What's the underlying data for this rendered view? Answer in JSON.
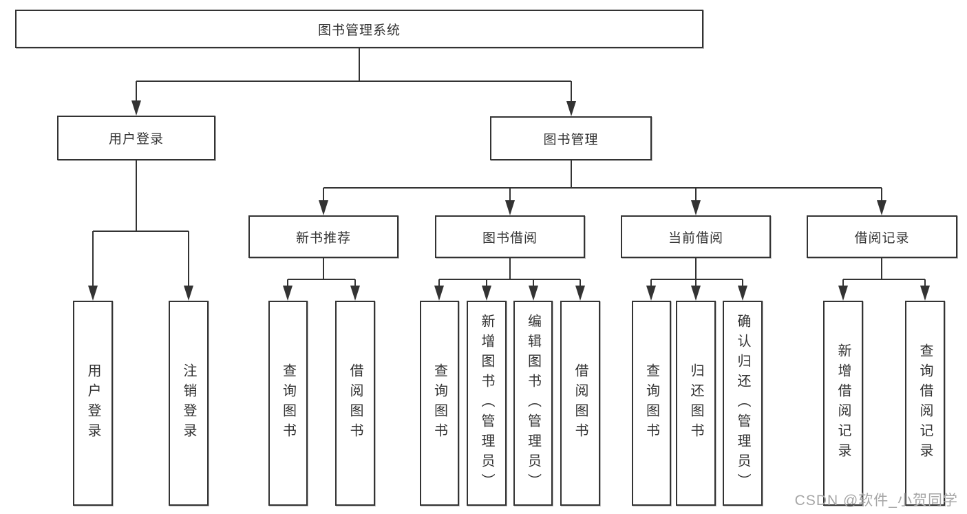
{
  "diagram": {
    "watermark": "CSDN @软件_小贺同学",
    "colors": {
      "line": "#333333",
      "box_border": "#333333",
      "text": "#333333",
      "watermark": "#a6a6a6",
      "background": "#ffffff"
    },
    "tree": {
      "root": {
        "label": "图书管理系统"
      },
      "branches": [
        {
          "label": "用户登录",
          "children": [
            {
              "label": "用户登录"
            },
            {
              "label": "注销登录"
            }
          ]
        },
        {
          "label": "图书管理",
          "children": [
            {
              "label": "新书推荐",
              "children": [
                {
                  "label": "查询图书"
                },
                {
                  "label": "借阅图书"
                }
              ]
            },
            {
              "label": "图书借阅",
              "children": [
                {
                  "label": "查询图书"
                },
                {
                  "label": "新增图书（管理员）"
                },
                {
                  "label": "编辑图书（管理员）"
                },
                {
                  "label": "借阅图书"
                }
              ]
            },
            {
              "label": "当前借阅",
              "children": [
                {
                  "label": "查询图书"
                },
                {
                  "label": "归还图书"
                },
                {
                  "label": "确认归还（管理员）"
                }
              ]
            },
            {
              "label": "借阅记录",
              "children": [
                {
                  "label": "新增借阅记录"
                },
                {
                  "label": "查询借阅记录"
                }
              ]
            }
          ]
        }
      ]
    }
  }
}
